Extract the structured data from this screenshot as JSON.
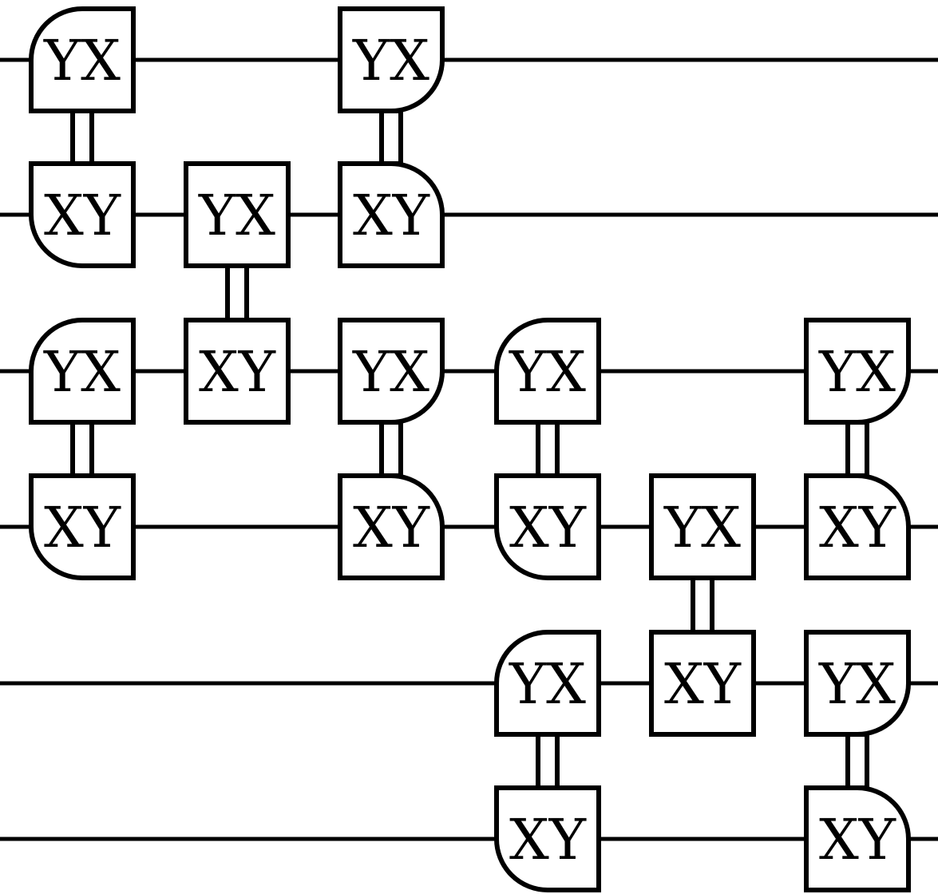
{
  "colors": {
    "stroke": "#000000",
    "background": "#ffffff"
  },
  "wires": 6,
  "gates": [
    {
      "id": 0,
      "wire": 0,
      "col": 0,
      "label": "YX",
      "shape": "flat-right",
      "round": "top-left"
    },
    {
      "id": 1,
      "wire": 1,
      "col": 0,
      "label": "XY",
      "shape": "flat-right",
      "round": "bottom-left"
    },
    {
      "id": 2,
      "wire": 0,
      "col": 2,
      "label": "YX",
      "shape": "flat-left",
      "round": "bottom-right"
    },
    {
      "id": 3,
      "wire": 1,
      "col": 2,
      "label": "XY",
      "shape": "flat-left",
      "round": "top-right"
    },
    {
      "id": 4,
      "wire": 1,
      "col": 1,
      "label": "YX",
      "shape": "square"
    },
    {
      "id": 5,
      "wire": 2,
      "col": 1,
      "label": "XY",
      "shape": "square"
    },
    {
      "id": 6,
      "wire": 2,
      "col": 0,
      "label": "YX",
      "shape": "flat-right",
      "round": "top-left"
    },
    {
      "id": 7,
      "wire": 3,
      "col": 0,
      "label": "XY",
      "shape": "flat-right",
      "round": "bottom-left"
    },
    {
      "id": 8,
      "wire": 2,
      "col": 2,
      "label": "YX",
      "shape": "flat-left",
      "round": "bottom-right"
    },
    {
      "id": 9,
      "wire": 3,
      "col": 2,
      "label": "XY",
      "shape": "flat-left",
      "round": "top-right"
    },
    {
      "id": 10,
      "wire": 2,
      "col": 3,
      "label": "YX",
      "shape": "flat-right",
      "round": "top-left"
    },
    {
      "id": 11,
      "wire": 3,
      "col": 3,
      "label": "XY",
      "shape": "flat-right",
      "round": "bottom-left"
    },
    {
      "id": 12,
      "wire": 2,
      "col": 5,
      "label": "YX",
      "shape": "flat-left",
      "round": "bottom-right"
    },
    {
      "id": 13,
      "wire": 3,
      "col": 5,
      "label": "XY",
      "shape": "flat-left",
      "round": "top-right"
    },
    {
      "id": 14,
      "wire": 3,
      "col": 4,
      "label": "YX",
      "shape": "square"
    },
    {
      "id": 15,
      "wire": 4,
      "col": 4,
      "label": "XY",
      "shape": "square"
    },
    {
      "id": 16,
      "wire": 4,
      "col": 3,
      "label": "YX",
      "shape": "flat-right",
      "round": "top-left"
    },
    {
      "id": 17,
      "wire": 5,
      "col": 3,
      "label": "XY",
      "shape": "flat-right",
      "round": "bottom-left"
    },
    {
      "id": 18,
      "wire": 4,
      "col": 5,
      "label": "YX",
      "shape": "flat-left",
      "round": "bottom-right"
    },
    {
      "id": 19,
      "wire": 5,
      "col": 5,
      "label": "XY",
      "shape": "flat-left",
      "round": "top-right"
    }
  ],
  "links": [
    [
      0,
      1
    ],
    [
      2,
      3
    ],
    [
      4,
      5
    ],
    [
      6,
      7
    ],
    [
      8,
      9
    ],
    [
      10,
      11
    ],
    [
      12,
      13
    ],
    [
      14,
      15
    ],
    [
      16,
      17
    ],
    [
      18,
      19
    ]
  ]
}
